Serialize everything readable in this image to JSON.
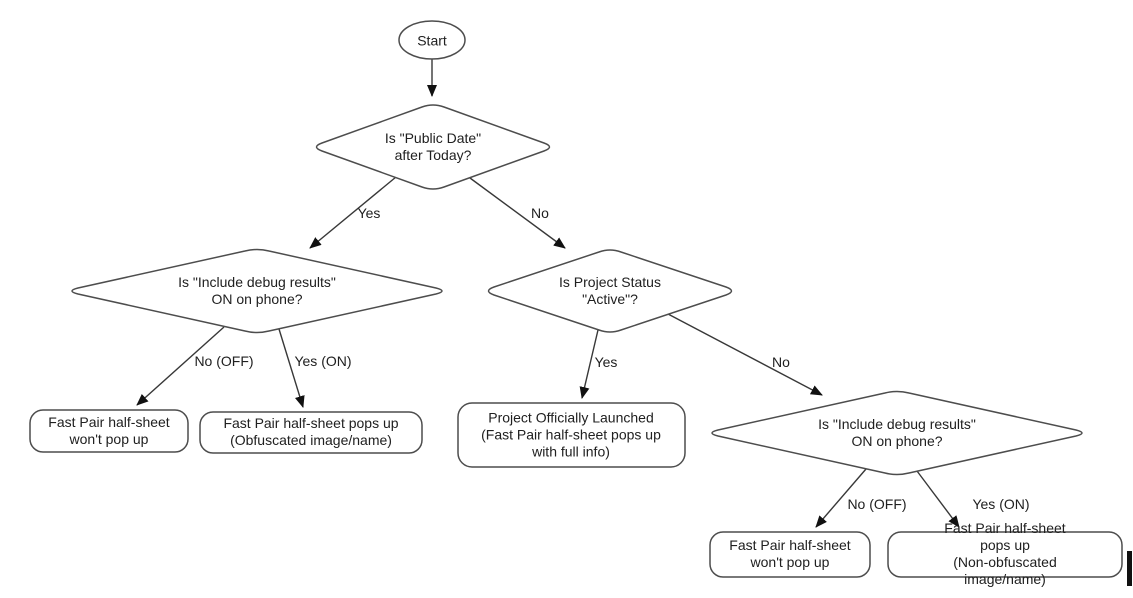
{
  "colors": {
    "background": "#ffffff",
    "shape_outline": "#4d4d4d",
    "edge_line": "#383838",
    "arrowhead": "#111111",
    "text": "#202020"
  },
  "nodes": {
    "start": {
      "label": "Start"
    },
    "public_date": {
      "label": "Is \"Public Date\"\nafter Today?"
    },
    "debug_left": {
      "label": "Is \"Include debug results\"\nON on phone?"
    },
    "project_status": {
      "label": "Is Project Status\n\"Active\"?"
    },
    "debug_right": {
      "label": "Is \"Include debug results\"\nON on phone?"
    },
    "no_popup_left": {
      "label": "Fast Pair half-sheet\nwon't pop up"
    },
    "obfuscated_popup": {
      "label": "Fast Pair half-sheet pops up\n(Obfuscated image/name)"
    },
    "launched": {
      "label": "Project Officially Launched\n(Fast Pair half-sheet pops up\nwith full info)"
    },
    "no_popup_right": {
      "label": "Fast Pair half-sheet\nwon't pop up"
    },
    "non_obfuscated_popup": {
      "label": "Fast Pair half-sheet pops up\n(Non-obfuscated image/name)"
    }
  },
  "edges": {
    "public_yes": {
      "label": "Yes"
    },
    "public_no": {
      "label": "No"
    },
    "debug_left_no": {
      "label": "No (OFF)"
    },
    "debug_left_yes": {
      "label": "Yes (ON)"
    },
    "status_yes": {
      "label": "Yes"
    },
    "status_no": {
      "label": "No"
    },
    "debug_right_no": {
      "label": "No (OFF)"
    },
    "debug_right_yes": {
      "label": "Yes (ON)"
    }
  }
}
